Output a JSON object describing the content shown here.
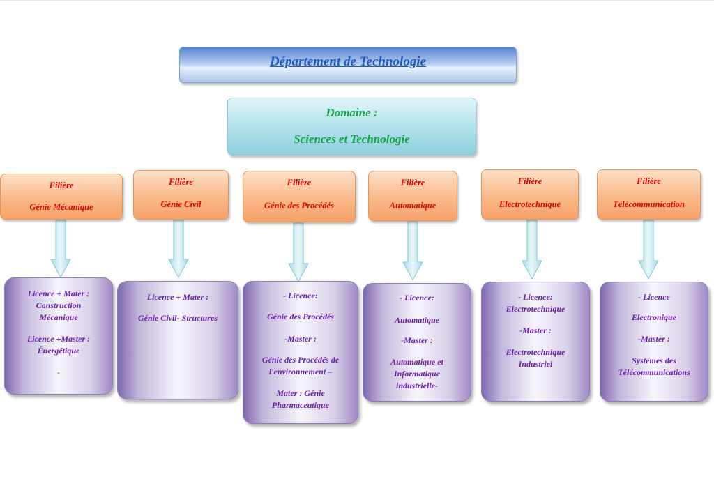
{
  "department": "Département de  Technologie",
  "domain": {
    "label": "Domaine :",
    "name": "Sciences et Technologie"
  },
  "filieres": [
    {
      "label": "Filière",
      "name": "Génie Mécanique",
      "programs": [
        "Licence + Mater :",
        "Construction",
        "Mécanique",
        "Licence +Master :",
        "Énergétique",
        "-"
      ]
    },
    {
      "label": "Filière",
      "name": "Génie Civil",
      "programs": [
        "Licence + Mater :",
        "Génie Civil- Structures"
      ]
    },
    {
      "label": "Filière",
      "name": "Génie des Procédés",
      "programs": [
        "- Licence:",
        "Génie des Procédés",
        "-Master :",
        "Génie des Procédés de",
        "l'environnement –",
        "Mater : Génie",
        "Pharmaceutique"
      ]
    },
    {
      "label": "Filière",
      "name": "Automatique",
      "programs": [
        "- Licence:",
        "Automatique",
        "-Master :",
        "Automatique et",
        "Informatique",
        "industrielle-"
      ]
    },
    {
      "label": "Filière",
      "name": "Electrotechnique",
      "programs": [
        "- Licence:",
        "Electrotechnique",
        "-Master :",
        "Electrotechnique",
        "Industriel"
      ]
    },
    {
      "label": "Filière",
      "name": "Télécommunication",
      "programs": [
        "- Licence",
        "Electronique",
        "-Master :",
        "Systèmes des",
        "Télécommunications"
      ]
    }
  ],
  "colors": {
    "department_text": "#1f5cc1",
    "domain_text": "#16a34a",
    "filiere_text": "#e00000",
    "program_text": "#6a20a8"
  }
}
